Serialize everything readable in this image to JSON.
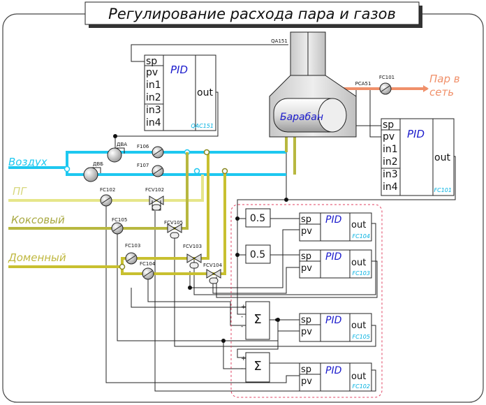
{
  "title": "Регулирование расхода пара и газов",
  "lines": {
    "air": "Воздух",
    "pg": "ПГ",
    "coke": "Коксовый",
    "blast": "Доменный",
    "steam": "Пар в сеть"
  },
  "drum": {
    "label": "Барабан",
    "analyzer_tag": "QA151",
    "pressure_tag": "PCA51",
    "steam_meter_tag": "FC101"
  },
  "fans": {
    "a": "ДВА",
    "b": "ДВБ"
  },
  "instruments": {
    "f106": "F106",
    "f107": "F107",
    "fc102": "FC102",
    "fcv102": "FCV102",
    "fc105": "FC105",
    "fcv105": "FCV105",
    "fc103": "FC103",
    "fcv103": "FCV103",
    "fc104": "FC104",
    "fcv104": "FCV104"
  },
  "pid_ports": {
    "sp": "sp",
    "pv": "pv",
    "in1": "in1",
    "in2": "in2",
    "in3": "in3",
    "in4": "in4",
    "out": "out",
    "pid": "PID"
  },
  "pid_tags": {
    "qac151": "QAC151",
    "fc101": "FC101",
    "fc104": "FC104",
    "fc103": "FC103",
    "fc105": "FC105",
    "fc102": "FC102"
  },
  "blocks": {
    "gain1": "0.5",
    "gain2": "0.5",
    "sum1": "Σ",
    "sum2": "Σ",
    "plus": "+",
    "minus": "-"
  },
  "colors": {
    "air": "#1ec8f0",
    "pg": "#e6e68a",
    "coke": "#b8b840",
    "blast": "#c8c030",
    "steam": "#f0906a",
    "tag_cyan": "#00b0e0",
    "pid_blue": "#1a1acc",
    "dashed": "#e04060"
  }
}
